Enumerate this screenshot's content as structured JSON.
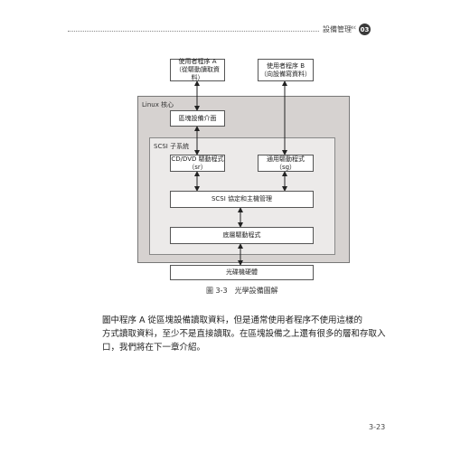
{
  "header": {
    "section_title": "設備管理",
    "chevrons": "‹‹",
    "chapter_number": "03"
  },
  "diagram": {
    "app_a": {
      "line1": "使用者程序 A",
      "line2": "（從驅動讀取資料）"
    },
    "app_b": {
      "line1": "使用者程序 B",
      "line2": "（向設備寫資料）"
    },
    "kernel_label": "Linux 核心",
    "block_interface": "區塊設備介面",
    "scsi_subsystem_label": "SCSI 子系統",
    "cd_driver": {
      "line1": "CD/DVD 驅動程式",
      "line2": "（sr）"
    },
    "generic_driver": "通用驅動程式（sg）",
    "scsi_protocol": "SCSI 協定和主機管理",
    "low_level_driver": "底層驅動程式",
    "optical_drive": "光碟機硬體"
  },
  "caption": "圖 3-3　光學設備圖解",
  "paragraph": [
    "圖中程序 A 從區塊設備讀取資料，但是通常使用者程序不使用這樣的",
    "方式讀取資料，至少不是直接讀取。在區塊設備之上還有很多的層和存取入",
    "口，我們將在下一章介紹。"
  ],
  "page_number": "3-23"
}
